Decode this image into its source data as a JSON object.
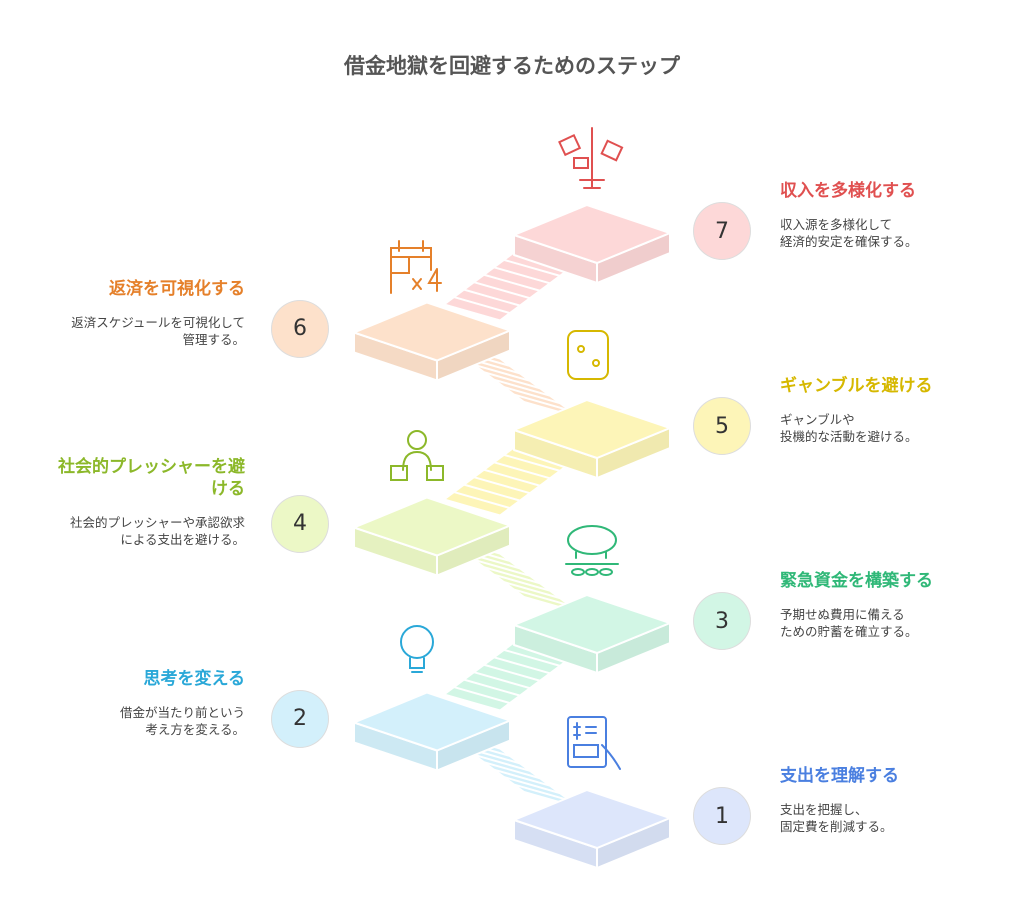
{
  "title": "借金地獄を回避するためのステップ",
  "steps": [
    {
      "number": "1",
      "title": "支出を理解する",
      "desc": [
        "支出を把握し、",
        "固定費を削減する。"
      ],
      "side": "right",
      "color": "#dde6fb",
      "accent": "#4a7fe0",
      "icon": "receipt-calculator-icon"
    },
    {
      "number": "2",
      "title": "思考を変える",
      "desc": [
        "借金が当たり前という",
        "考え方を変える。"
      ],
      "side": "left",
      "color": "#d3f0fb",
      "accent": "#2aa8d8",
      "icon": "lightbulb-icon"
    },
    {
      "number": "3",
      "title": "緊急資金を構築する",
      "desc": [
        "予期せぬ費用に備える",
        "ための貯蓄を確立する。"
      ],
      "side": "right",
      "color": "#d2f6e5",
      "accent": "#30b878",
      "icon": "piggy-bank-icon"
    },
    {
      "number": "4",
      "title": "社会的プレッシャーを避ける",
      "desc": [
        "社会的プレッシャーや承認欲求",
        "による支出を避ける。"
      ],
      "side": "left",
      "color": "#ecf8c6",
      "accent": "#8cb82a",
      "icon": "person-shopping-icon"
    },
    {
      "number": "5",
      "title": "ギャンブルを避ける",
      "desc": [
        "ギャンブルや",
        "投機的な活動を避ける。"
      ],
      "side": "right",
      "color": "#fdf5b8",
      "accent": "#d6b800",
      "icon": "dice-icon"
    },
    {
      "number": "6",
      "title": "返済を可視化する",
      "desc": [
        "返済スケジュールを可視化して",
        "管理する。"
      ],
      "side": "left",
      "color": "#fde1cb",
      "accent": "#e5802a",
      "icon": "calendar-x4-icon"
    },
    {
      "number": "7",
      "title": "収入を多様化する",
      "desc": [
        "収入源を多様化して",
        "経済的安定を確保する。"
      ],
      "side": "right",
      "color": "#fdd8d8",
      "accent": "#e05050",
      "icon": "money-plant-icon"
    }
  ]
}
